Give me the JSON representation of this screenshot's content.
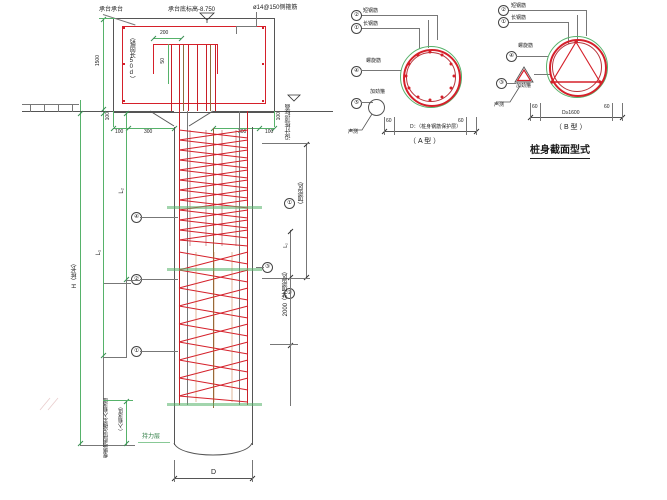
{
  "drawing": {
    "title": "桩身截面型式",
    "sheet_kind": "cad-engineering-drawing"
  },
  "elevation": {
    "labels": {
      "pile_cap": "承台承台",
      "cap_bottom_elev": "承台底标高-8.750",
      "spiral_spec": "ø14@150侧箍筋",
      "anchor_len": "（锚固长50d）",
      "design_pile_top": "设计桩顶标高",
      "pile_length_H": "H（桩长）",
      "L1": "L₁",
      "L2": "L₂",
      "bottom_note": "（入岩深度）",
      "rock_note": "根据地质情况确定入岩深度",
      "water_level": "持力层",
      "reinf_zone_upper": "（加密区）",
      "reinf_zone_lower": "（非加密区）",
      "diameter_bottom": "D"
    },
    "dimensions": {
      "cap_height": "1500",
      "inner_200": "200",
      "inner_50": "50",
      "left_100": "100",
      "left_300": "300",
      "right_300": "300",
      "right_100": "100",
      "edge_100_a": "100",
      "edge_100_b": "100",
      "lower_2000": "2000"
    },
    "callouts": [
      "④",
      "②",
      "①",
      "③",
      "①",
      "②"
    ]
  },
  "section_a": {
    "title": "（ A 型 ）",
    "dim_main": "D：（桩身钢筋保护层）",
    "cover_left": "60",
    "cover_right": "60",
    "legend": [
      {
        "no": "②",
        "text": "短钢筋"
      },
      {
        "no": "①",
        "text": "长钢筋"
      },
      {
        "no": "④",
        "text": "螺旋筋"
      },
      {
        "no": "⑤",
        "text": "加劲箍"
      }
    ],
    "sonic_label": "声测"
  },
  "section_b": {
    "title": "（ B 型 ）",
    "dim_main": "D≥1600",
    "cover_left": "60",
    "cover_right": "60",
    "legend": [
      {
        "no": "②",
        "text": "短钢筋"
      },
      {
        "no": "①",
        "text": "长钢筋"
      },
      {
        "no": "④",
        "text": "螺旋筋"
      },
      {
        "no": "③",
        "text": "加劲箍"
      }
    ],
    "sonic_label": "声测"
  },
  "colors": {
    "rebar_red": "#d5202a",
    "dim_green": "#56b26a",
    "line_gray": "#555555",
    "brown": "#8a6a3a",
    "background": "#ffffff"
  }
}
